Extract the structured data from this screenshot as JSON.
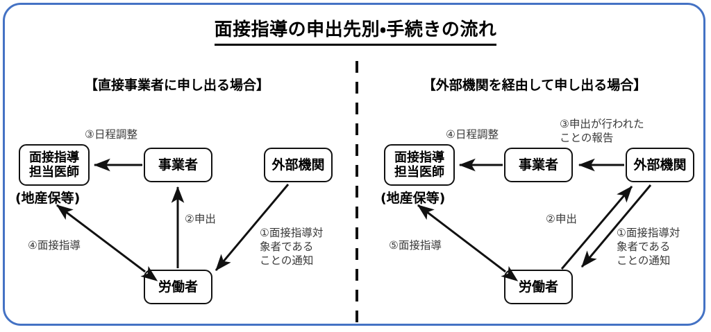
{
  "title": "面接指導の申出先別・手続きの流れ",
  "frame": {
    "border_color": "#4472C4",
    "divider": "dashed-vertical-black"
  },
  "panels": [
    {
      "id": "direct",
      "header": "【直接事業者に申し出る場合】",
      "boxes": {
        "doctor": "面接指導\n担当医師",
        "doctor_caption": "(地産保等)",
        "employer": "事業者",
        "external": "外部機関",
        "worker": "労働者"
      },
      "steps": [
        {
          "no": "①",
          "label": "①面接指導対\n象者である\nことの通知",
          "from": "external",
          "to": "worker"
        },
        {
          "no": "②",
          "label": "②申出",
          "from": "worker",
          "to": "employer"
        },
        {
          "no": "③",
          "label": "③日程調整",
          "from": "employer",
          "to": "doctor"
        },
        {
          "no": "④",
          "label": "④面接指導",
          "from": "doctor",
          "to": "worker",
          "bidirectional": true
        }
      ]
    },
    {
      "id": "via-external",
      "header": "【外部機関を経由して申し出る場合】",
      "boxes": {
        "doctor": "面接指導\n担当医師",
        "doctor_caption": "(地産保等)",
        "employer": "事業者",
        "external": "外部機関",
        "worker": "労働者"
      },
      "steps": [
        {
          "no": "①",
          "label": "①面接指導対\n象者である\nことの通知",
          "from": "external",
          "to": "worker"
        },
        {
          "no": "②",
          "label": "②申出",
          "from": "worker",
          "to": "external"
        },
        {
          "no": "③",
          "label": "③申出が行われた\nことの報告",
          "from": "external",
          "to": "employer"
        },
        {
          "no": "④",
          "label": "④日程調整",
          "from": "employer",
          "to": "doctor"
        },
        {
          "no": "⑤",
          "label": "⑤面接指導",
          "from": "doctor",
          "to": "worker",
          "bidirectional": true
        }
      ]
    }
  ]
}
